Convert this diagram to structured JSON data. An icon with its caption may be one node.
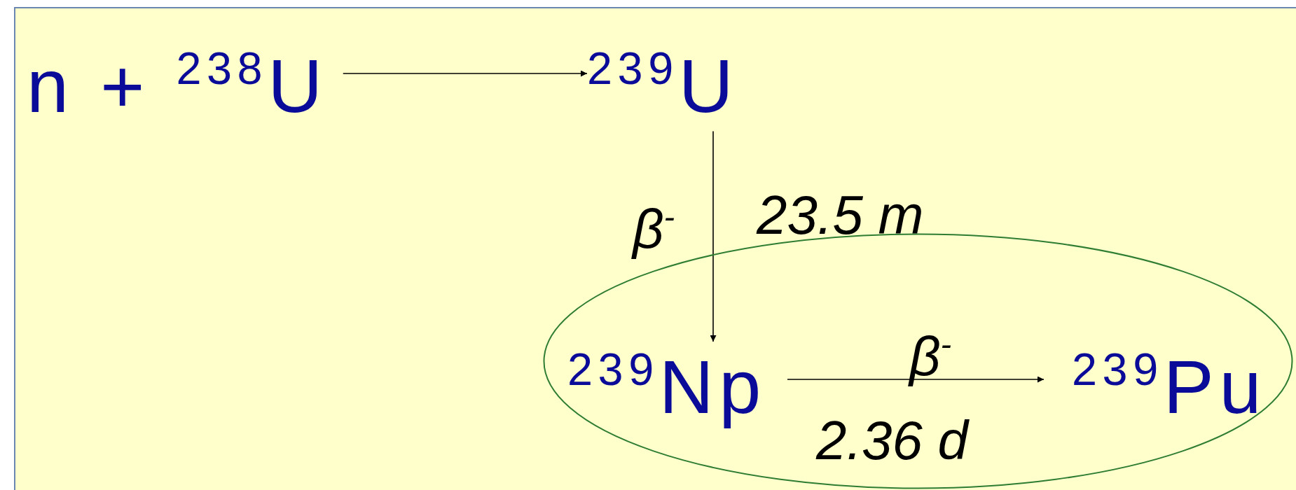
{
  "diagram": {
    "nodes": [
      {
        "text": [
          "n + $^{238}$U"
        ]
      },
      {
        "text": [
          "$^{239}$U"
        ]
      },
      {
        "text": [],
        "shape": "ellipse"
      },
      {
        "text": [
          "$^{239}$Np"
        ],
        "in": 2
      },
      {
        "text": [
          "$^{239}$Pu"
        ],
        "in": 2
      }
    ],
    "edges": [
      {
        "from": 0,
        "to": 1,
        "arrow": "to"
      },
      {
        "from": 1,
        "to": 3,
        "arrow": "to",
        "label": "β$^{-}$"
      },
      {
        "from": 3,
        "to": 4,
        "arrow": "to",
        "label": "β$^{-}$"
      }
    ],
    "labels": [
      "23.5 m",
      "2.36 d"
    ]
  }
}
